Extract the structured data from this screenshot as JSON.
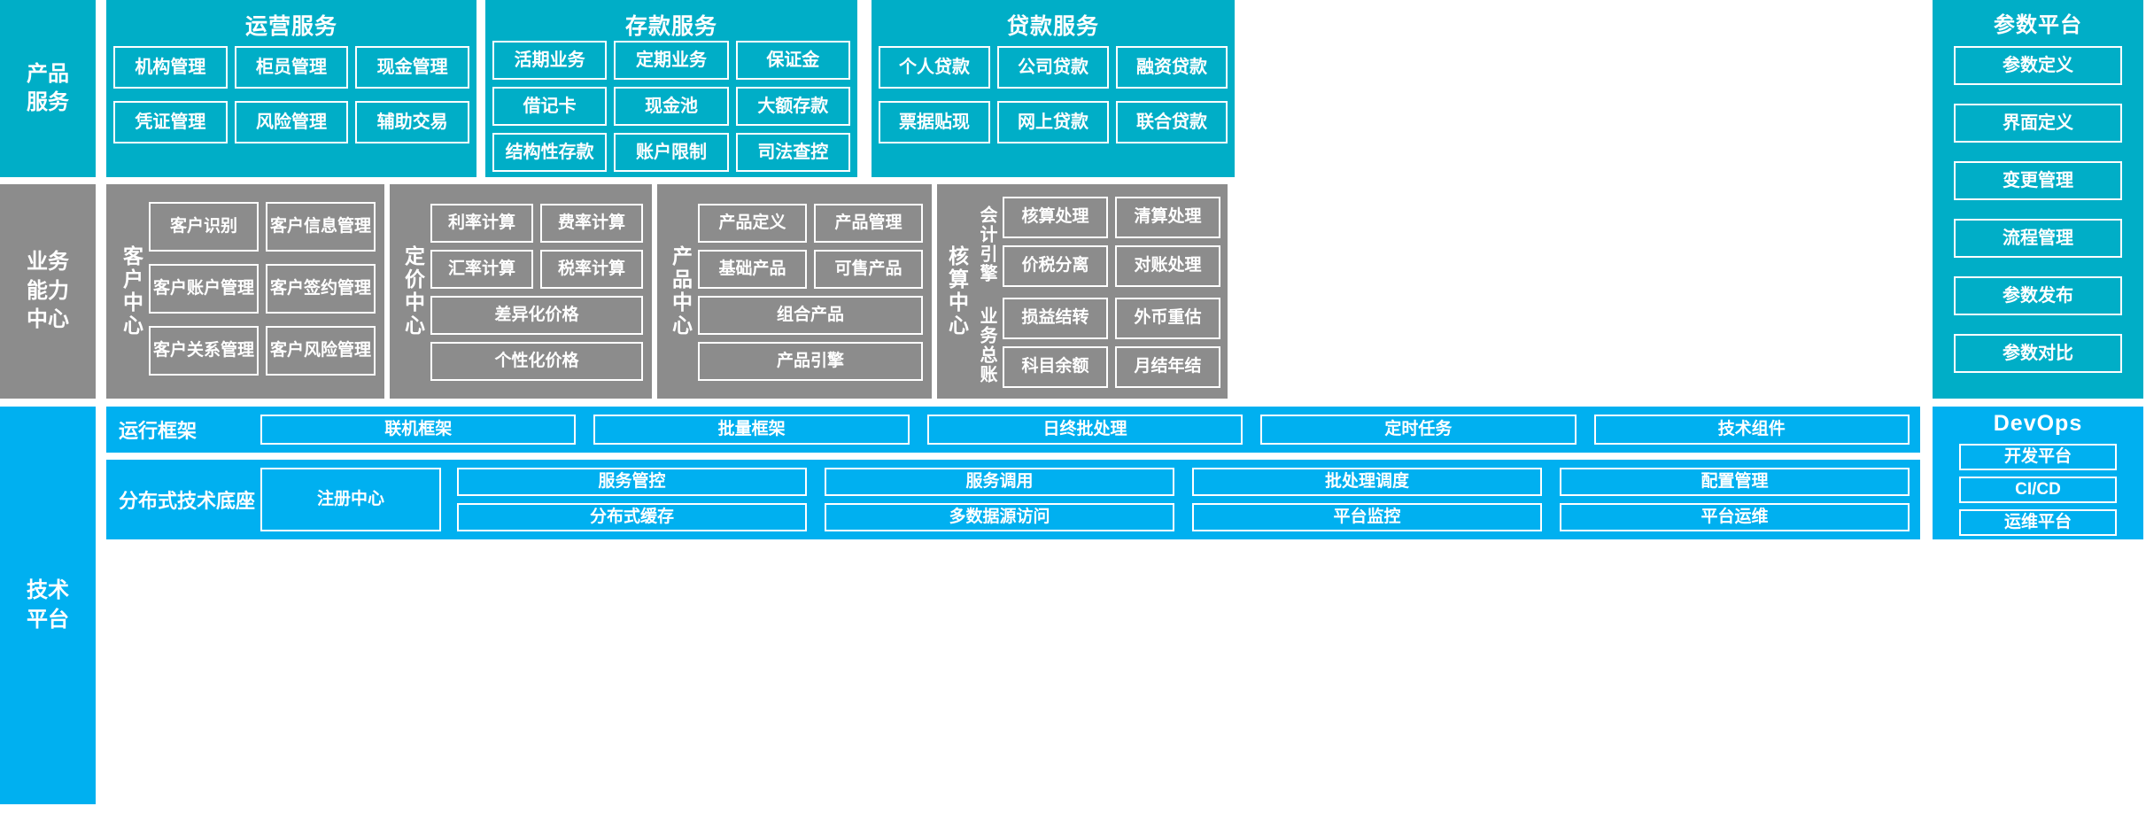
{
  "colors": {
    "product_service_cyan": "#00AEC7",
    "capability_gray": "#8C8C8C",
    "tech_blue": "#00B0F0",
    "box_border": "#FFFFFF",
    "background": "#FFFFFF"
  },
  "layers": {
    "product_service": {
      "label": "产品\n服务",
      "label_line1": "产品",
      "label_line2": "服务",
      "groups": [
        {
          "title": "运营服务",
          "items": [
            "机构管理",
            "柜员管理",
            "现金管理",
            "凭证管理",
            "风险管理",
            "辅助交易"
          ]
        },
        {
          "title": "存款服务",
          "items": [
            "活期业务",
            "定期业务",
            "保证金",
            "借记卡",
            "现金池",
            "大额存款",
            "结构性存款",
            "账户限制",
            "司法查控"
          ]
        },
        {
          "title": "贷款服务",
          "items": [
            "个人贷款",
            "公司贷款",
            "融资贷款",
            "票据贴现",
            "网上贷款",
            "联合贷款"
          ]
        }
      ]
    },
    "business_capability": {
      "label_line1": "业务",
      "label_line2": "能力",
      "label_line3": "中心",
      "centers": [
        {
          "name": "客户中心",
          "items": [
            "客户识别",
            "客户信息管理",
            "客户账户管理",
            "客户签约管理",
            "客户关系管理",
            "客户风险管理"
          ]
        },
        {
          "name": "定价中心",
          "items": [
            "利率计算",
            "费率计算",
            "汇率计算",
            "税率计算"
          ],
          "wide_items": [
            "差异化价格",
            "个性化价格"
          ]
        },
        {
          "name": "产品中心",
          "items": [
            "产品定义",
            "产品管理",
            "基础产品",
            "可售产品"
          ],
          "wide_items": [
            "组合产品",
            "产品引擎"
          ]
        },
        {
          "name": "核算中心",
          "sub_groups": [
            {
              "name": "会计引擎",
              "items": [
                "核算处理",
                "清算处理",
                "价税分离",
                "对账处理"
              ]
            },
            {
              "name": "业务总账",
              "items": [
                "损益结转",
                "外币重估",
                "科目余额",
                "月结年结"
              ]
            }
          ]
        }
      ]
    },
    "technology_platform": {
      "label_line1": "技术",
      "label_line2": "平台",
      "rows": [
        {
          "label": "运行框架",
          "items": [
            "联机框架",
            "批量框架",
            "日终批处理",
            "定时任务",
            "技术组件"
          ]
        },
        {
          "label": "分布式技术底座",
          "anchor": "注册中心",
          "columns": [
            [
              "服务管控",
              "分布式缓存"
            ],
            [
              "服务调用",
              "多数据源访问"
            ],
            [
              "批处理调度",
              "平台监控"
            ],
            [
              "配置管理",
              "平台运维"
            ]
          ]
        }
      ]
    }
  },
  "right_columns": {
    "parameter_platform": {
      "title": "参数平台",
      "items": [
        "参数定义",
        "界面定义",
        "变更管理",
        "流程管理",
        "参数发布",
        "参数对比"
      ]
    },
    "devops": {
      "title": "DevOps",
      "items": [
        "开发平台",
        "CI/CD",
        "运维平台"
      ]
    }
  }
}
